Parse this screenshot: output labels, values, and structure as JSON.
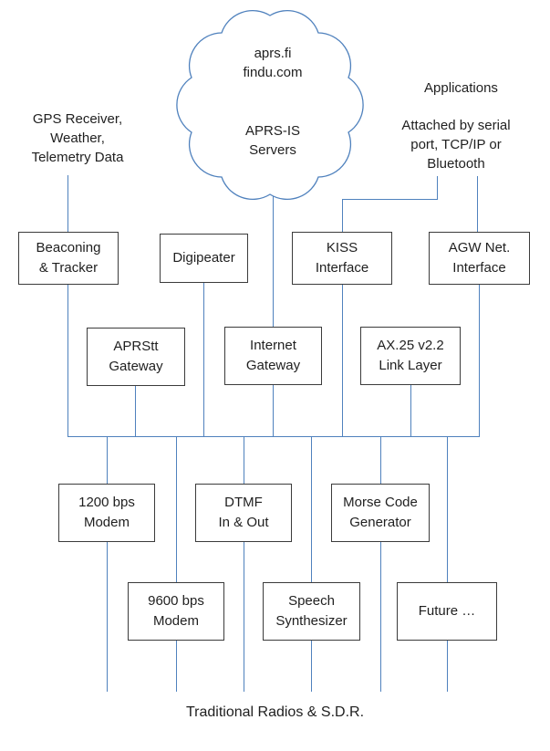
{
  "colors": {
    "connector": "#4f81bd",
    "box_border": "#3b3b3b",
    "text": "#1f1f1f"
  },
  "cloud": {
    "top_text": "aprs.fi\nfindu.com",
    "bottom_text": "APRS-IS\nServers"
  },
  "annotations": {
    "gps": "GPS Receiver,\nWeather,\nTelemetry Data",
    "applications": "Applications",
    "attached": "Attached by serial\nport, TCP/IP or\nBluetooth",
    "bottom": "Traditional Radios  &  S.D.R."
  },
  "boxes": {
    "beaconing": "Beaconing\n& Tracker",
    "digipeater": "Digipeater",
    "kiss": "KISS\nInterface",
    "agw": "AGW Net.\nInterface",
    "aprstt": "APRStt\nGateway",
    "internet": "Internet\nGateway",
    "ax25": "AX.25 v2.2\nLink Layer",
    "modem1200": "1200 bps\nModem",
    "dtmf": "DTMF\nIn & Out",
    "morse": "Morse Code\nGenerator",
    "modem9600": "9600 bps\nModem",
    "speech": "Speech\nSynthesizer",
    "future": "Future …"
  }
}
